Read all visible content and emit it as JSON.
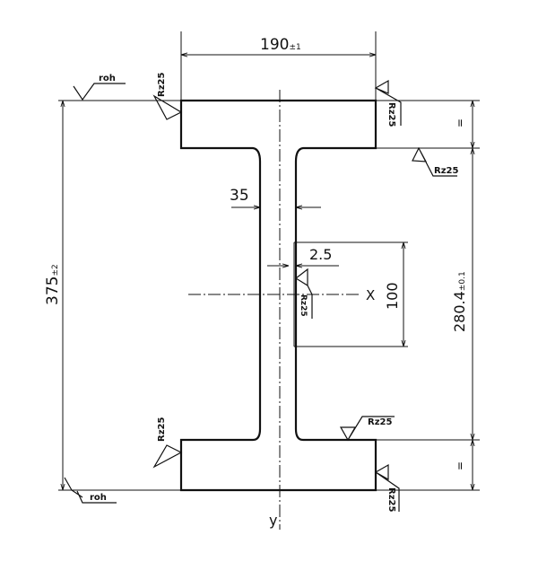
{
  "title": "I-beam cross section",
  "dimensions": {
    "flange_width": "190",
    "flange_width_tol": "±1",
    "total_height": "375",
    "total_height_tol": "±2",
    "web_height": "280.4",
    "web_height_tol": "±0.1",
    "web_thickness": "35",
    "offset": "2.5",
    "section_height": "100",
    "equal_mark_top": "=",
    "equal_mark_bottom": "="
  },
  "axes": {
    "x": "X",
    "y": "y"
  },
  "surface": {
    "rough": "roh",
    "finish": "Rz25"
  }
}
